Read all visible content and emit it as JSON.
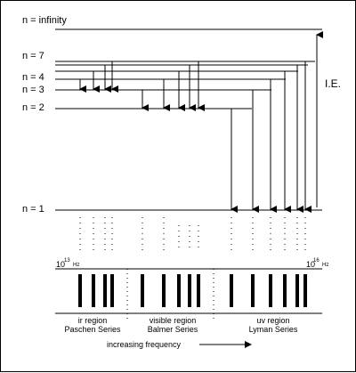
{
  "levels": [
    {
      "n": "infinity",
      "label": "n = infinity"
    },
    {
      "n": 7,
      "label": "n = 7"
    },
    {
      "n": 6,
      "label": ""
    },
    {
      "n": 5,
      "label": ""
    },
    {
      "n": 4,
      "label": "n = 4"
    },
    {
      "n": 3,
      "label": "n = 3"
    },
    {
      "n": 2,
      "label": "n = 2"
    },
    {
      "n": 1,
      "label": "n = 1"
    }
  ],
  "ionization_label": "I.E.",
  "scale": {
    "left_label": "10",
    "left_exp": "13",
    "left_unit": "Hz",
    "right_label": "10",
    "right_exp": "16",
    "right_unit": "Hz"
  },
  "regions": [
    {
      "name": "ir region",
      "series": "Paschen Series"
    },
    {
      "name": "visible region",
      "series": "Balmer Series"
    },
    {
      "name": "uv region",
      "series": "Lyman Series"
    }
  ],
  "frequency_label": "increasing frequency",
  "series_transitions": {
    "Paschen": {
      "to": 3,
      "from": [
        4,
        5,
        6,
        7
      ]
    },
    "Balmer": {
      "to": 2,
      "from": [
        3,
        4,
        5,
        6,
        7
      ]
    },
    "Lyman": {
      "to": 1,
      "from": [
        2,
        3,
        4,
        5,
        6,
        7
      ]
    }
  }
}
